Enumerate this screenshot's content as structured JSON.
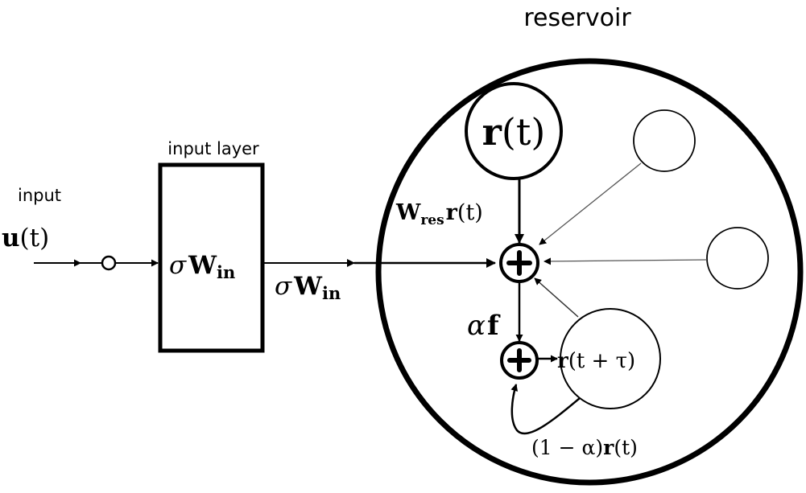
{
  "labels": {
    "reservoir": "reservoir",
    "input_layer": "input layer",
    "input": "input"
  },
  "math": {
    "u_bold": "u",
    "t_paren": "(t)",
    "sigma": "σ",
    "w_bold": "W",
    "in_sub": "in",
    "r_bold": "r",
    "res_sub": "res",
    "alpha": "α",
    "f_bold": "f",
    "t_tau": "(t + τ)",
    "one_minus_alpha": "(1 − α)"
  },
  "colors": {
    "stroke": "#000000",
    "thin_stroke": "#666666",
    "background": "#ffffff"
  }
}
